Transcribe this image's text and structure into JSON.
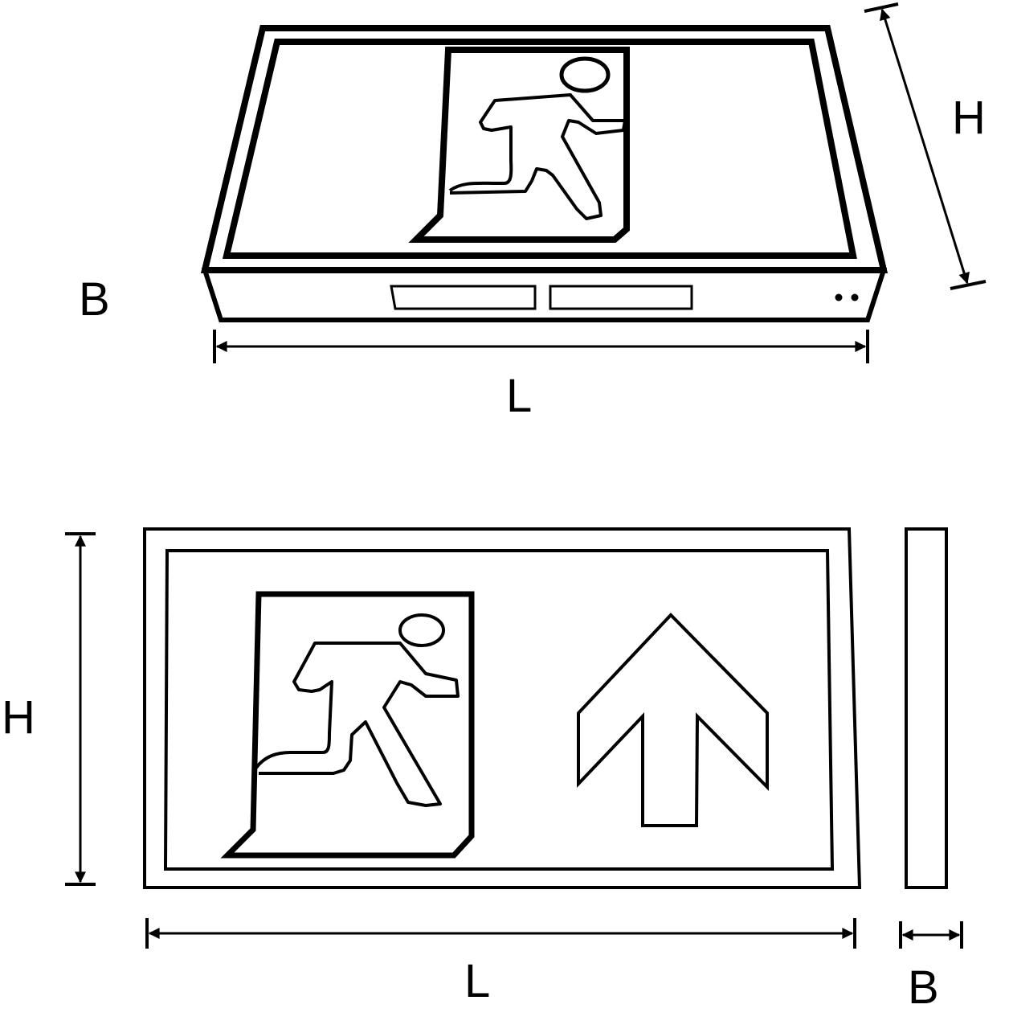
{
  "colors": {
    "line": "#000000",
    "background": "#ffffff"
  },
  "top_view": {
    "label_b": "B",
    "label_l": "L",
    "label_h": "H",
    "icons": [
      "running-man-exit-icon",
      "indicator-dots-icon"
    ]
  },
  "front_view": {
    "label_h": "H",
    "label_l": "L",
    "label_b": "B",
    "icons": [
      "running-man-exit-icon",
      "up-arrow-icon"
    ]
  }
}
